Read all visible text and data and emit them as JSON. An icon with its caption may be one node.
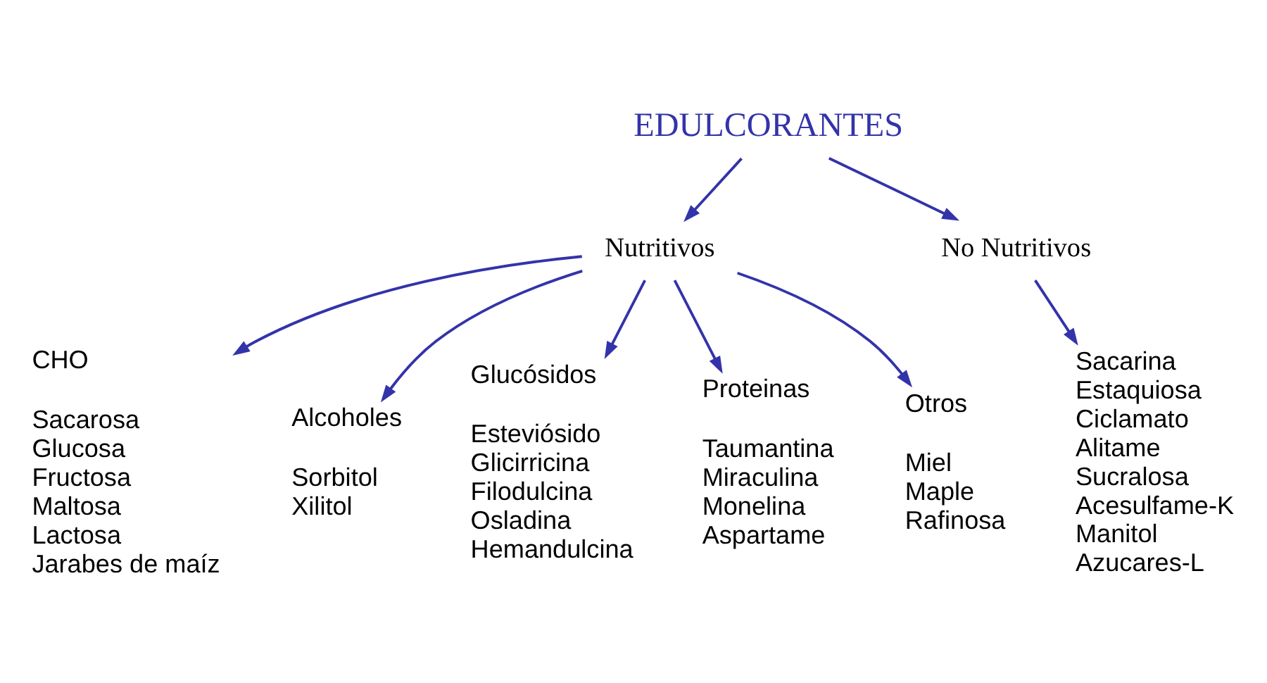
{
  "diagram": {
    "nodes": [
      {
        "text": [
          "EDULCORANTES"
        ]
      },
      {
        "text": [
          "Nutritivos"
        ]
      },
      {
        "text": [
          "No Nutritivos"
        ]
      },
      {
        "text": [
          "CHO",
          "Sacarosa",
          "Glucosa",
          "Fructosa",
          "Maltosa",
          "Lactosa",
          "Jarabes de maíz"
        ]
      },
      {
        "text": [
          "Alcoholes",
          "Sorbitol",
          "Xilitol"
        ]
      },
      {
        "text": [
          "Glucósidos",
          "Esteviósido",
          "Glicirricina",
          "Filodulcina",
          "Osladina",
          "Hemandulcina"
        ]
      },
      {
        "text": [
          "Proteinas",
          "Taumantina",
          "Miraculina",
          "Monelina",
          "Aspartame"
        ]
      },
      {
        "text": [
          "Otros",
          "Miel",
          "Maple",
          "Rafinosa"
        ]
      },
      {
        "text": [
          "Sacarina",
          "Estaquiosa",
          "Ciclamato",
          "Alitame",
          "Sucralosa",
          "Acesulfame-K",
          "Manitol",
          "Azucares-L"
        ]
      }
    ],
    "edges": [
      {
        "from": 0,
        "to": 1,
        "arrow": "to"
      },
      {
        "from": 0,
        "to": 2,
        "arrow": "to"
      },
      {
        "from": 1,
        "to": 3,
        "arrow": "to"
      },
      {
        "from": 1,
        "to": 4,
        "arrow": "to"
      },
      {
        "from": 1,
        "to": 5,
        "arrow": "to"
      },
      {
        "from": 1,
        "to": 6,
        "arrow": "to"
      },
      {
        "from": 1,
        "to": 7,
        "arrow": "to"
      },
      {
        "from": 2,
        "to": 8,
        "arrow": "to"
      }
    ]
  }
}
